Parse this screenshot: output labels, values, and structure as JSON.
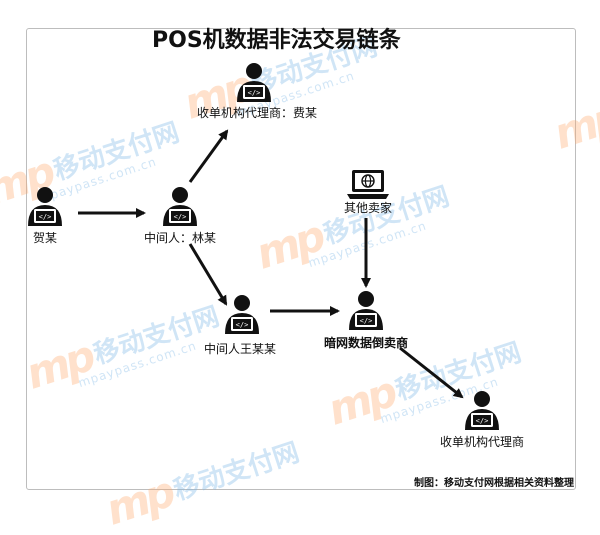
{
  "title": "POS机数据非法交易链条",
  "footer": "制图：移动支付网根据相关资料整理",
  "watermark": {
    "logo": "mp",
    "name": "移动支付网",
    "url": "mpaypass.com.cn"
  },
  "nodes": {
    "he": "贺某",
    "lin": "中间人：林某",
    "agent_top": "收单机构代理商：费某",
    "wang": "中间人王某某",
    "other_sellers": "其他卖家",
    "dark_reseller": "暗网数据倒卖商",
    "agent_bottom": "收单机构代理商"
  },
  "colors": {
    "icon": "#111111",
    "arrow": "#111111",
    "watermark_orange": "#ffaa6e",
    "watermark_blue": "#78b4e6"
  }
}
